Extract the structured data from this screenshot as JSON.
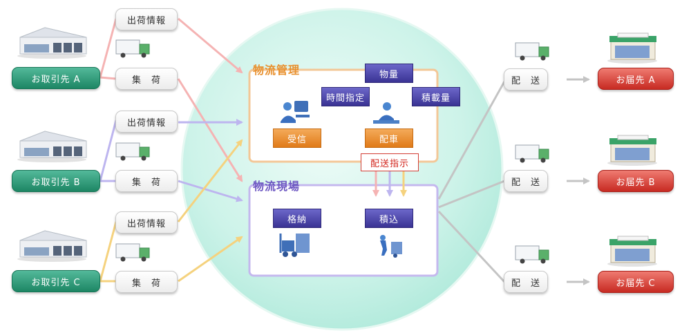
{
  "clients": [
    {
      "label": "お取引先 A",
      "info": "出荷情報",
      "pickup": "集　荷"
    },
    {
      "label": "お取引先 B",
      "info": "出荷情報",
      "pickup": "集　荷"
    },
    {
      "label": "お取引先 C",
      "info": "出荷情報",
      "pickup": "集　荷"
    }
  ],
  "management": {
    "title": "物流管理",
    "volume": "物量",
    "time_spec": "時間指定",
    "load_amount": "積載量",
    "receive": "受信",
    "dispatch": "配車"
  },
  "instruction": "配送指示",
  "site": {
    "title": "物流現場",
    "storage": "格納",
    "loading": "積込"
  },
  "deliveries": [
    {
      "label": "配　送",
      "dest": "お届先 A"
    },
    {
      "label": "配　送",
      "dest": "お届先 B"
    },
    {
      "label": "配　送",
      "dest": "お届先 C"
    }
  ],
  "colors": {
    "client_green": "#2a9c76",
    "destination_red": "#d23a31",
    "management_orange": "#f3c797",
    "site_purple": "#c4b8ee",
    "navy_label": "#4a44a8",
    "orange_label": "#ec8c2c",
    "line_pink": "#f5b3b3",
    "line_lavender": "#bdb5ef",
    "line_yellow": "#f5d27e",
    "line_gray": "#c4c4c4",
    "circle_mint": "#c9f1e6"
  },
  "icons": [
    "warehouse-icon",
    "truck-icon",
    "shop-icon",
    "operator-icon",
    "forklift-icon",
    "hand-truck-icon"
  ]
}
